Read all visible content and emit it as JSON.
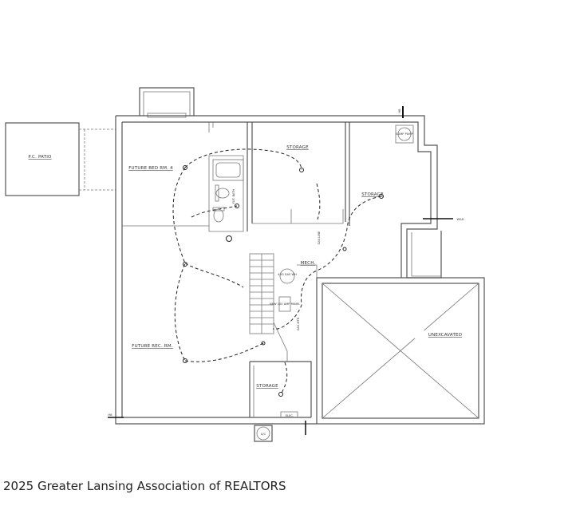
{
  "labels": {
    "patio": "P.C. PATIO",
    "bedroom": "FUTURE BED RM. 4",
    "bath": "FUT. BATH",
    "storage_top": "STORAGE",
    "storage_right": "STORAGE",
    "mech": "MECH.",
    "rec_room": "FUTURE REC. RM.",
    "storage_bottom": "STORAGE",
    "unexcavated": "UNEXCAVATED",
    "elec": "ELEC.",
    "ac": "A/C",
    "wd": "W&D",
    "hb_left": "HB",
    "hb_top": "HB",
    "sump": "SUMP PUMP",
    "furnace": "40G GAS WH",
    "panel": "NEW 100 AMP PANEL",
    "gas_line": "GAS LINE",
    "meter": "GAS MTR"
  },
  "footer": {
    "copyright": "2025 Greater Lansing Association of REALTORS"
  }
}
